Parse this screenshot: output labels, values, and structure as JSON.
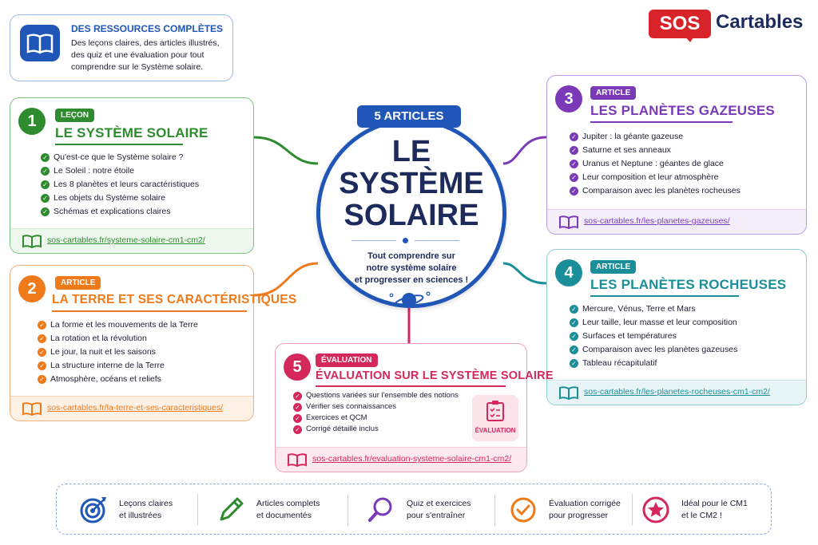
{
  "brand": {
    "sos": "SOS",
    "name": "Cartables"
  },
  "info": {
    "title": "DES RESSOURCES COMPLÈTES",
    "lines": [
      "Des leçons claires, des articles illustrés,",
      "des quiz et une évaluation pour tout",
      "comprendre sur le Système solaire."
    ],
    "icon": "book-icon"
  },
  "center": {
    "ribbon": "5 ARTICLES",
    "title_lines": [
      "LE",
      "SYSTÈME",
      "SOLAIRE"
    ],
    "text_lines": [
      "Tout comprendre sur",
      "notre système solaire",
      "et progresser en sciences !"
    ],
    "icon": "planet-icon"
  },
  "cards": {
    "c1": {
      "num": "1",
      "tag": "LEÇON",
      "title": "LE SYSTÈME SOLAIRE",
      "color": "#2e8b2e",
      "items": [
        "Qu'est-ce que le Système solaire ?",
        "Le Soleil : notre étoile",
        "Les 8 planètes et leurs caractéristiques",
        "Les objets du Système solaire",
        "Schémas et explications claires"
      ],
      "link": "sos-cartables.fr/systeme-solaire-cm1-cm2/"
    },
    "c2": {
      "num": "2",
      "tag": "ARTICLE",
      "title": "LA TERRE ET SES CARACTÉRISTIQUES",
      "color": "#ee7a1a",
      "items": [
        "La forme et les mouvements de la Terre",
        "La rotation et la révolution",
        "Le jour, la nuit et les saisons",
        "La structure interne de la Terre",
        "Atmosphère, océans et reliefs"
      ],
      "link": "sos-cartables.fr/la-terre-et-ses-caracteristiques/"
    },
    "c3": {
      "num": "3",
      "tag": "ARTICLE",
      "title": "LES PLANÈTES GAZEUSES",
      "color": "#7a3ab8",
      "items": [
        "Jupiter : la géante gazeuse",
        "Saturne et ses anneaux",
        "Uranus et Neptune : géantes de glace",
        "Leur composition et leur atmosphère",
        "Comparaison avec les planètes rocheuses"
      ],
      "link": "sos-cartables.fr/les-planetes-gazeuses/"
    },
    "c4": {
      "num": "4",
      "tag": "ARTICLE",
      "title": "LES PLANÈTES ROCHEUSES",
      "color": "#1a8f9a",
      "items": [
        "Mercure, Vénus, Terre et Mars",
        "Leur taille, leur masse et leur composition",
        "Surfaces et températures",
        "Comparaison avec les planètes gazeuses",
        "Tableau récapitulatif"
      ],
      "link": "sos-cartables.fr/les-planetes-rocheuses-cm1-cm2/"
    },
    "c5": {
      "num": "5",
      "tag": "ÉVALUATION",
      "title": "ÉVALUATION SUR LE SYSTÈME SOLAIRE",
      "color": "#d4275a",
      "items": [
        "Questions variées sur l'ensemble des notions",
        "Vérifier ses connaissances",
        "Exercices et QCM",
        "Corrigé détaillé inclus"
      ],
      "badge": "ÉVALUATION",
      "link": "sos-cartables.fr/evaluation-systeme-solaire-cm1-cm2/"
    }
  },
  "features": [
    {
      "icon": "target-icon",
      "lines": [
        "Leçons claires",
        "et illustrées"
      ]
    },
    {
      "icon": "pencil-icon",
      "lines": [
        "Articles complets",
        "et documentés"
      ]
    },
    {
      "icon": "magnifier-icon",
      "lines": [
        "Quiz et exercices",
        "pour s'entraîner"
      ]
    },
    {
      "icon": "check-circle-icon",
      "lines": [
        "Évaluation corrigée",
        "pour progresser"
      ]
    },
    {
      "icon": "star-icon",
      "lines": [
        "Idéal pour le CM1",
        "et le CM2 !"
      ]
    }
  ]
}
